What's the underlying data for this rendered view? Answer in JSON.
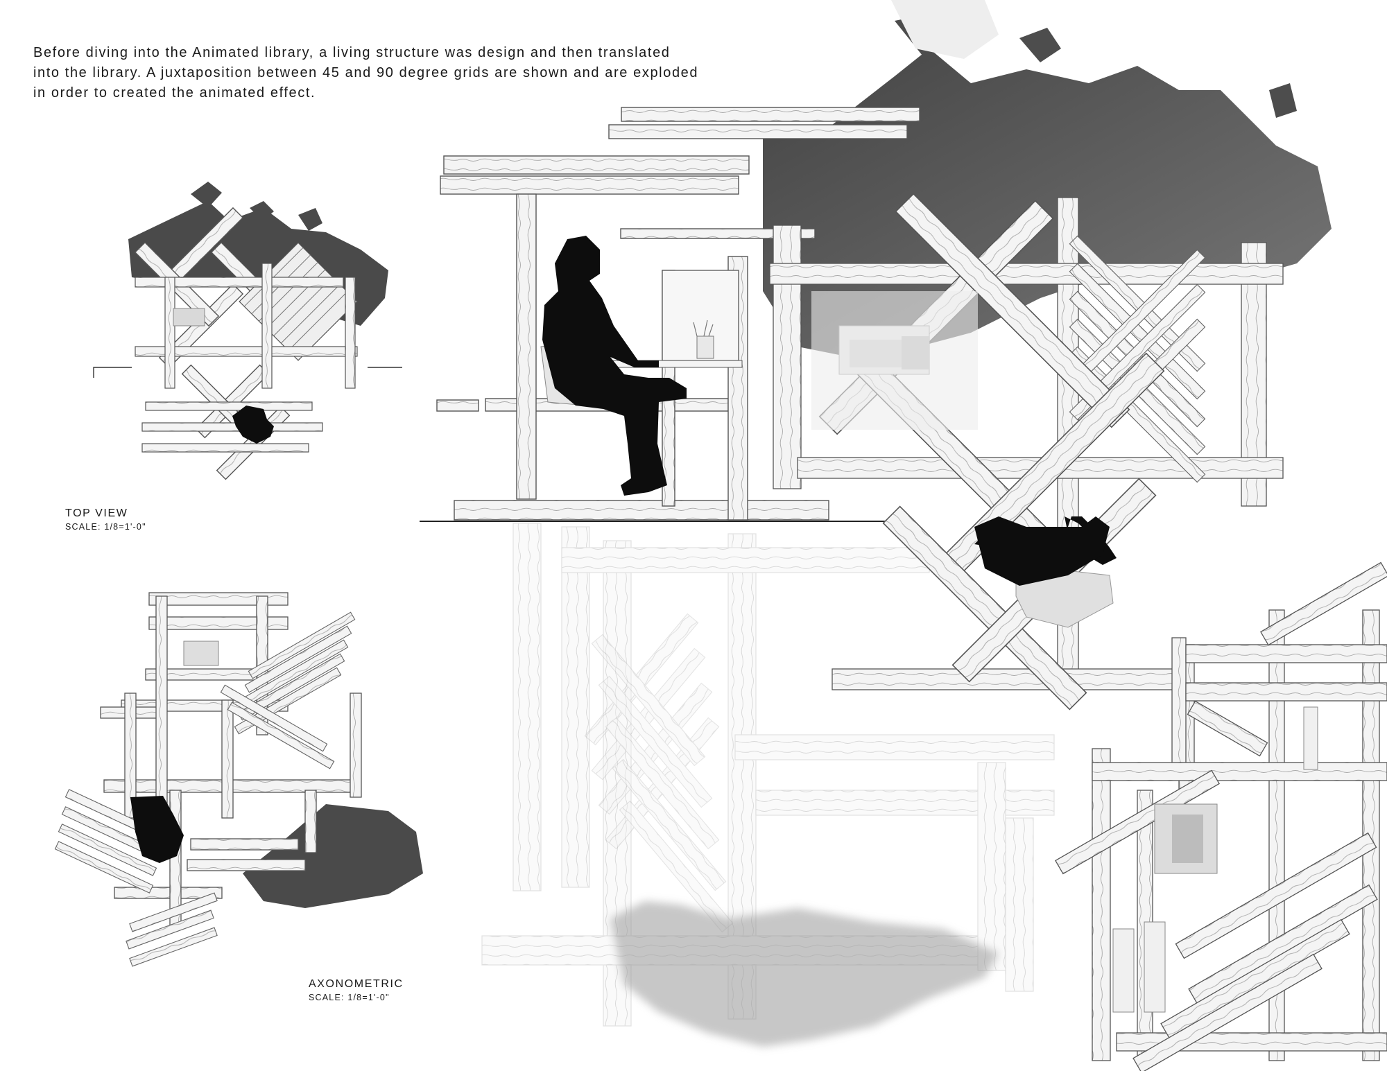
{
  "intro": {
    "lines": [
      "Before diving into the Animated library, a living structure was design and then translated",
      "into the library. A juxtaposition between 45 and 90 degree grids are shown and are exploded",
      "in order to created the animated effect."
    ]
  },
  "top_view": {
    "title": "TOP VIEW",
    "scale": "SCALE: 1/8=1'-0\""
  },
  "axonometric": {
    "title": "AXONOMETRIC",
    "scale": "SCALE: 1/8=1'-0\""
  },
  "colors": {
    "timber_fill": "#f4f4f4",
    "timber_stroke": "#555555",
    "shadow_dark": "#3a3a3a",
    "shadow_mid": "#7a7a7a",
    "shadow_light": "#c9c9c9",
    "figure": "#0d0d0d",
    "ghost": "#e6e6e6"
  }
}
